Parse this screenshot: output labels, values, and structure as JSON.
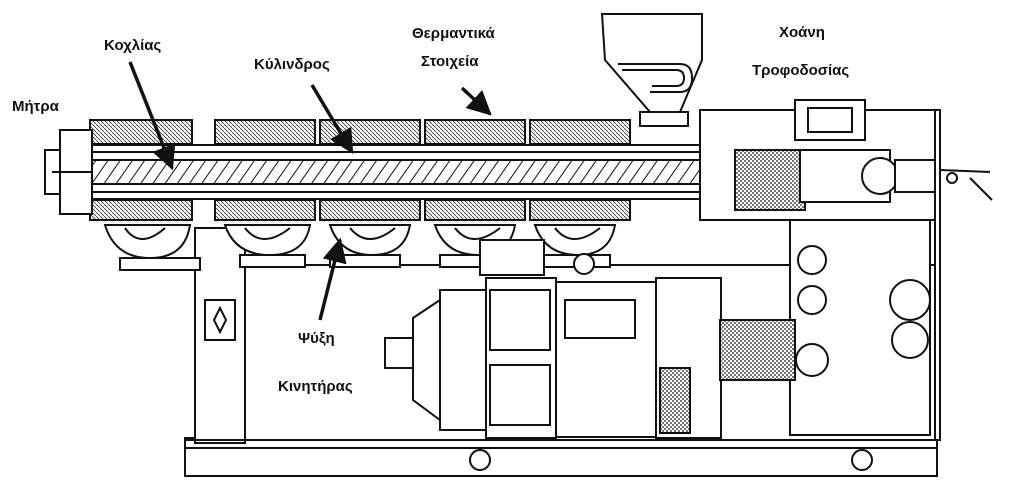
{
  "labels": {
    "die": "Μήτρα",
    "screw": "Κοχλίας",
    "barrel": "Κύλινδρος",
    "heaters_line1": "Θερμαντικά",
    "heaters_line2": "Στοιχεία",
    "hopper_line1": "Χοάνη",
    "hopper_line2": "Τροφοδοσίας",
    "cooling": "Ψύξη",
    "motor": "Κινητήρας"
  },
  "colors": {
    "ink": "#111111",
    "paper": "#ffffff",
    "shade": "#9a9a9a"
  }
}
